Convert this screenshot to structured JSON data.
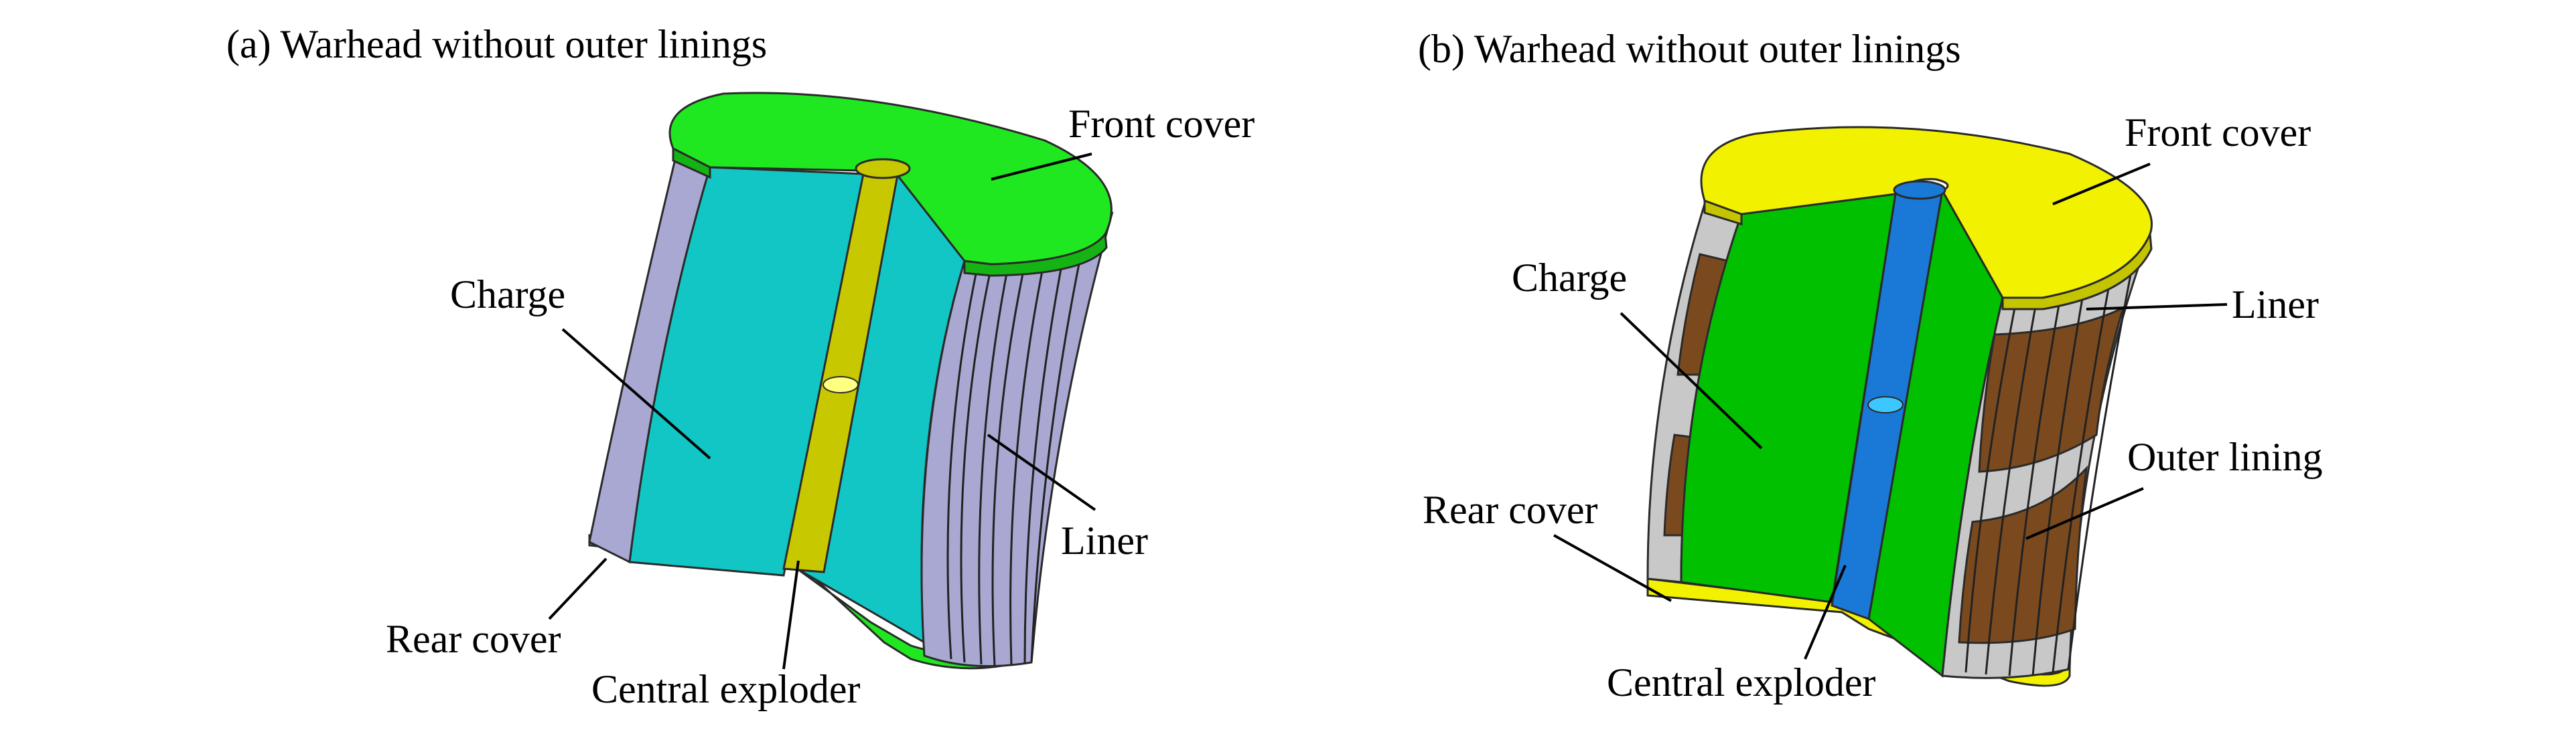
{
  "panel_a": {
    "title": "(a) Warhead without outer linings",
    "labels": {
      "front_cover": "Front cover",
      "charge": "Charge",
      "liner": "Liner",
      "rear_cover": "Rear cover",
      "central_exploder": "Central exploder"
    },
    "colors": {
      "cover": "#20e820",
      "charge": "#12c6c6",
      "liner": "#a8a8d2",
      "exploder": "#c8c800"
    }
  },
  "panel_b": {
    "title": "(b) Warhead without outer linings",
    "labels": {
      "front_cover": "Front cover",
      "charge": "Charge",
      "liner": "Liner",
      "outer_lining": "Outer lining",
      "rear_cover": "Rear cover",
      "central_exploder": "Central exploder"
    },
    "colors": {
      "cover": "#f2f200",
      "charge": "#00c000",
      "liner": "#c8c8c8",
      "outer_lining": "#7a4a1e",
      "exploder": "#1a78d6"
    }
  }
}
